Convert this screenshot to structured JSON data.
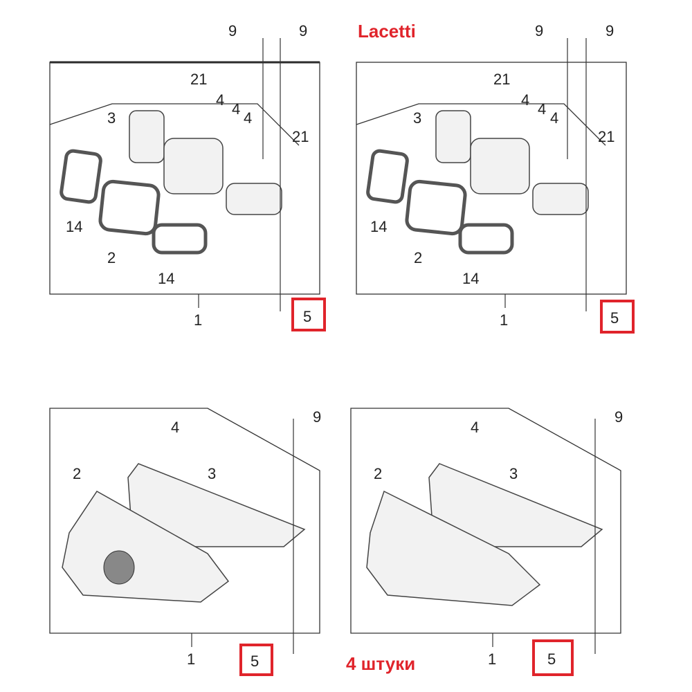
{
  "title": "Lacetti",
  "note": "4 штуки",
  "accent_color": "#e0242b",
  "panels": [
    {
      "labels": {
        "bolt_a": "9",
        "bolt_b": "9",
        "screw_top": "21",
        "grille": "3",
        "screw_1": "4",
        "screw_2": "4",
        "screw_3": "4",
        "screw_right": "21",
        "trim_left": "14",
        "trim_center": "2",
        "trim_right": "14",
        "assembly": "1",
        "clip": "5"
      }
    },
    {
      "labels": {
        "bolt_a": "9",
        "bolt_b": "9",
        "screw_top": "21",
        "grille": "3",
        "screw_1": "4",
        "screw_2": "4",
        "screw_3": "4",
        "screw_right": "21",
        "trim_left": "14",
        "trim_center": "2",
        "trim_right": "14",
        "assembly": "1",
        "clip": "5"
      }
    },
    {
      "labels": {
        "bolt": "9",
        "screw": "4",
        "trim": "2",
        "grille": "3",
        "assembly": "1",
        "clip": "5"
      }
    },
    {
      "labels": {
        "bolt": "9",
        "screw": "4",
        "trim": "2",
        "grille": "3",
        "assembly": "1",
        "clip": "5"
      }
    }
  ]
}
